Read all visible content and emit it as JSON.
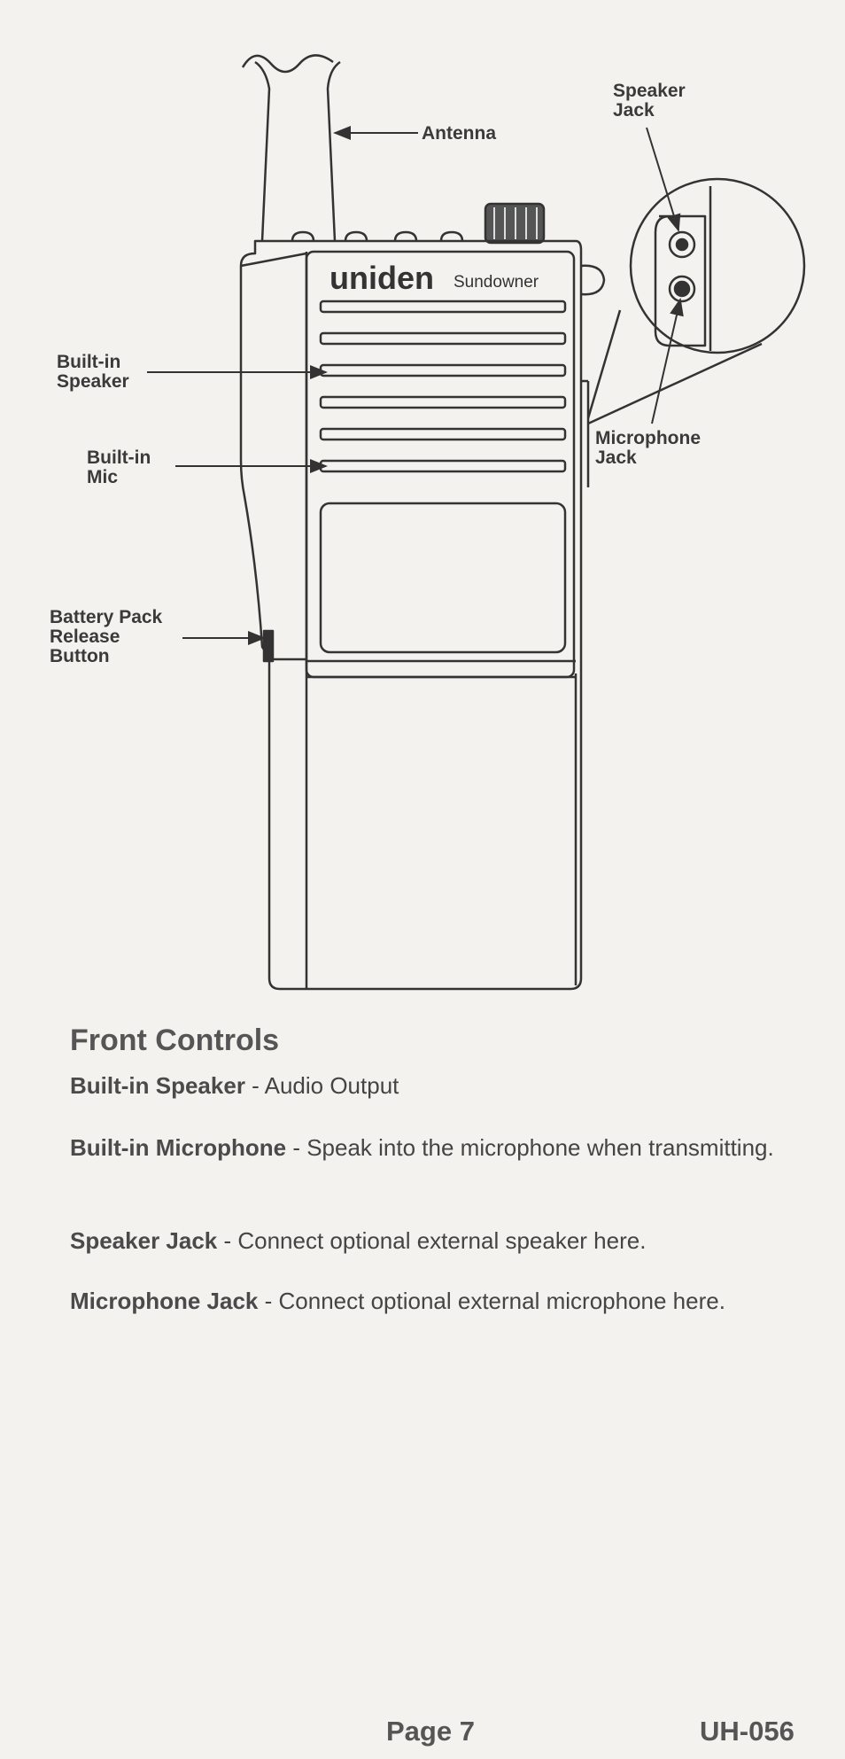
{
  "diagram": {
    "brand": "uniden",
    "model": "Sundowner",
    "callouts": {
      "antenna": "Antenna",
      "speaker_jack": "Speaker\nJack",
      "built_in_speaker": "Built-in\nSpeaker",
      "built_in_mic": "Built-in\nMic",
      "battery_release": "Battery Pack\nRelease\nButton",
      "microphone_jack": "Microphone\nJack"
    }
  },
  "section": {
    "title": "Front Controls",
    "items": [
      {
        "term": "Built-in Speaker",
        "desc": " - Audio Output"
      },
      {
        "term": "Built-in Microphone",
        "desc": " - Speak into the microphone when transmitting."
      },
      {
        "term": "Speaker Jack",
        "desc": " - Connect optional external speaker here."
      },
      {
        "term": "Microphone Jack",
        "desc": " - Connect optional external microphone here."
      }
    ]
  },
  "footer": {
    "page": "Page 7",
    "code": "UH-056"
  }
}
